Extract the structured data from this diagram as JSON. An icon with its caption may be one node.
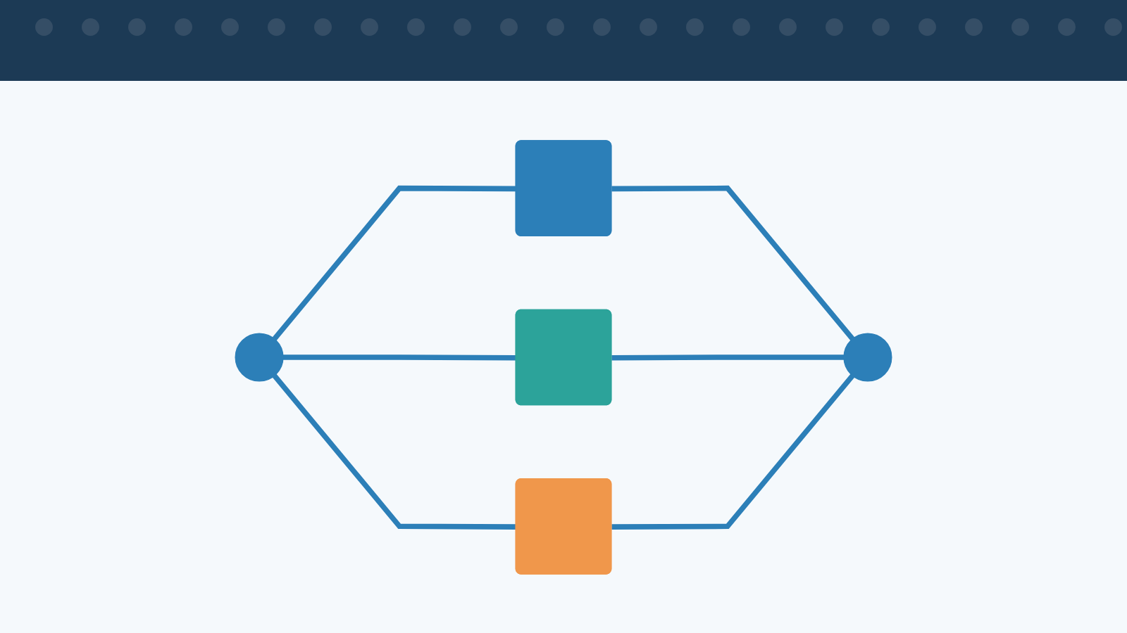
{
  "diagram": {
    "nodes": [
      {
        "text": [],
        "shape": "circle"
      },
      {
        "text": [],
        "shape": "box"
      },
      {
        "text": [],
        "shape": "box"
      },
      {
        "text": [],
        "shape": "box"
      },
      {
        "text": [],
        "shape": "circle"
      }
    ],
    "edges": [
      {
        "from": 0,
        "to": 1,
        "arrow": "none"
      },
      {
        "from": 0,
        "to": 2,
        "arrow": "none"
      },
      {
        "from": 0,
        "to": 3,
        "arrow": "none"
      },
      {
        "from": 1,
        "to": 4,
        "arrow": "none"
      },
      {
        "from": 2,
        "to": 4,
        "arrow": "none"
      },
      {
        "from": 3,
        "to": 4,
        "arrow": "none"
      }
    ]
  }
}
